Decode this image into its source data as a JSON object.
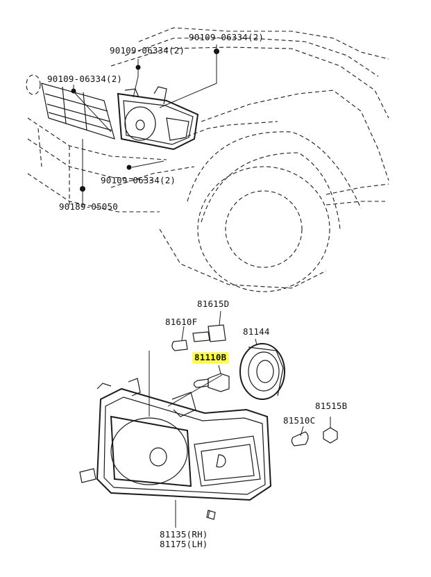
{
  "diagram": {
    "callouts": {
      "bolt_top_right": "90109-06334(2)",
      "bolt_top_left": "90109-06334(2)",
      "bolt_grille": "90109-06334(2)",
      "bolt_lower": "90109-06334(2)",
      "clip": "90189-05050",
      "socket_d": "81615D",
      "bulb_f": "81610F",
      "bulb_b": "81110B",
      "cover": "81144",
      "nut_b": "81515B",
      "bulb_c": "81510C",
      "unit_rh": "81135(RH)",
      "unit_lh": "81175(LH)"
    },
    "highlight_color": "#ffff33"
  }
}
